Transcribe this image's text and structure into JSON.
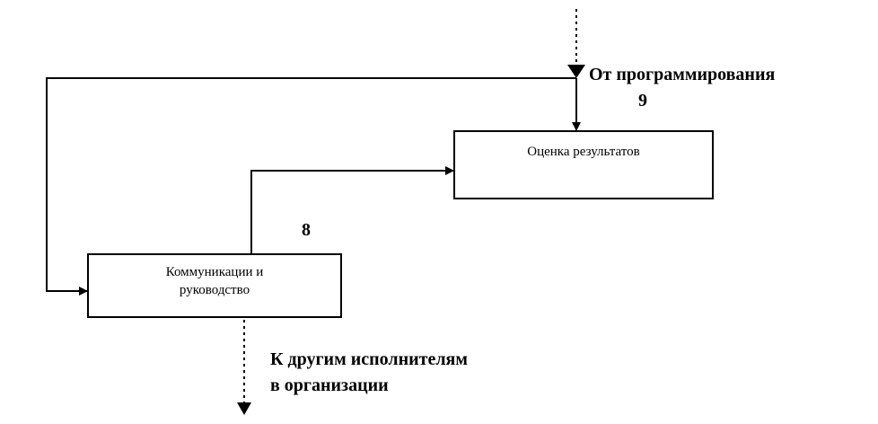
{
  "boxes": {
    "evaluation": "Оценка результатов",
    "communication_line1": "Коммуникации и",
    "communication_line2": "руководство"
  },
  "labels": {
    "from_programming": "От программирования",
    "node_9": "9",
    "node_8": "8",
    "to_others_line1": "К другим исполнителям",
    "to_others_line2": "в организации"
  },
  "colors": {
    "line": "#000000",
    "background": "#ffffff"
  }
}
